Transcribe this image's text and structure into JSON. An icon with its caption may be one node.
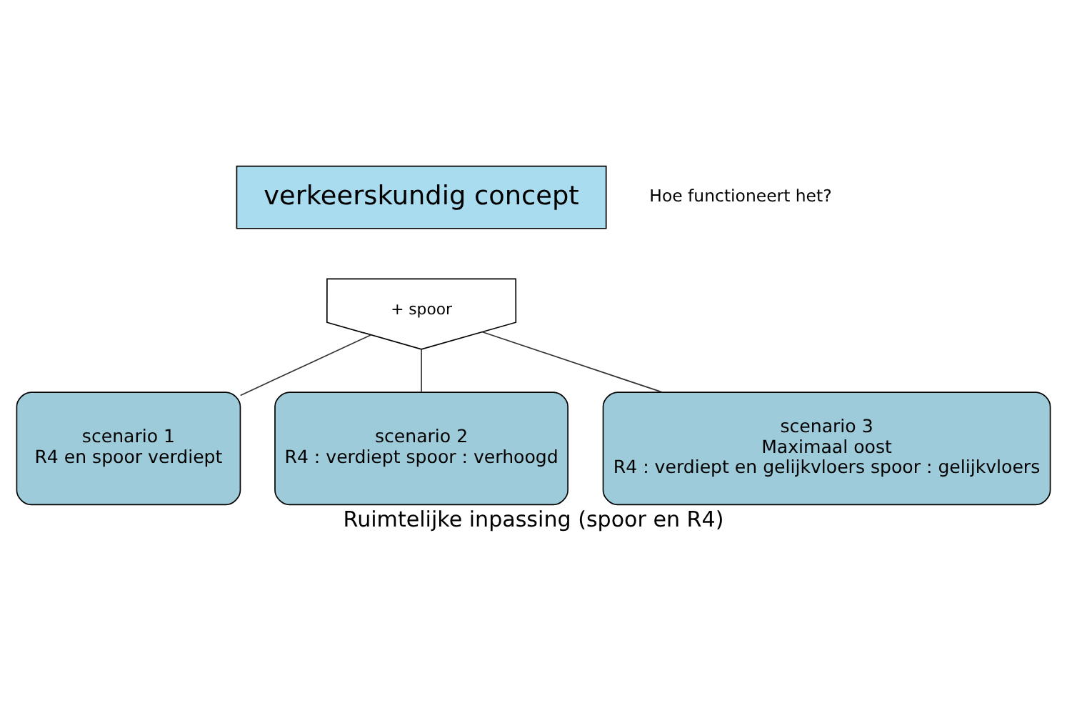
{
  "diagram": {
    "caption": "Ruimtelijke inpassing (spoor en R4)",
    "nodes": [
      {
        "text": [
          "verkeerskundig concept"
        ],
        "beside": [
          "Hoe functioneert het?"
        ]
      },
      {
        "text": [
          "+ spoor"
        ]
      },
      {
        "text": [
          "scenario 1",
          "R4 en spoor verdiept"
        ]
      },
      {
        "text": [
          "scenario 2",
          "R4 : verdiept spoor : verhoogd"
        ]
      },
      {
        "text": [
          "scenario 3",
          "Maximaal oost",
          "R4 : verdiept en gelijkvloers spoor : gelijkvloers"
        ]
      }
    ],
    "edges": [
      {
        "from": 1,
        "to": 2,
        "arrow": "none"
      },
      {
        "from": 1,
        "to": 3,
        "arrow": "none"
      },
      {
        "from": 1,
        "to": 4,
        "arrow": "none"
      }
    ]
  }
}
